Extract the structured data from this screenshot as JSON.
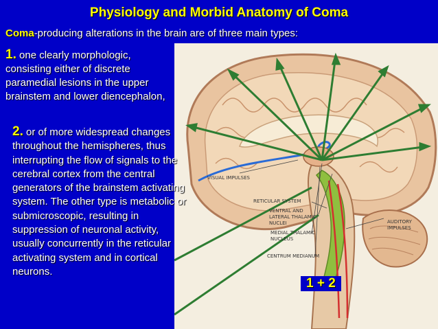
{
  "title": "Physiology and Morbid Anatomy of Coma",
  "subtitle": {
    "keyword": "Coma",
    "rest": "-producing alterations in the brain are of three main types:"
  },
  "item1": {
    "number": "1.",
    "text": " one clearly morphologic, consisting either of discrete paramedial lesions in the upper brainstem and lower diencephalon,"
  },
  "item2": {
    "number": "2.",
    "text": " or of more widespread changes throughout the hemispheres, thus interrupting the flow of signals to the cerebral cortex from the central generators of the brainstem activating system. The other type is metabolic or submicroscopic, resulting in suppression of neuronal activity, usually concurrently in the reticular activating system and in cortical neurons."
  },
  "combo": "1 + 2",
  "figure": {
    "labels": {
      "visual": "VISUAL IMPULSES",
      "reticular": "RETICULAR SYSTEM",
      "ventral1": "VENTRAL AND",
      "ventral2": "LATERAL THALAMIC",
      "ventral3": "NUCLEI",
      "medial1": "MEDIAL THALAMIC",
      "medial2": "NUCLEUS",
      "centrum": "CENTRUM MEDIANUM",
      "auditory1": "AUDITORY",
      "auditory2": "IMPULSES"
    }
  },
  "colors": {
    "background": "#0000c8",
    "accent": "#ffff00",
    "text": "#ffffff",
    "arrow_green": "#2e7d32",
    "arrow_red": "#d32f2f"
  }
}
